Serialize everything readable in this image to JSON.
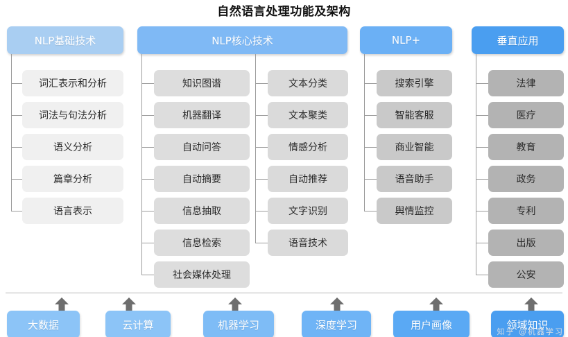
{
  "title": "自然语言处理功能及架构",
  "watermark": "知乎 @机器学习",
  "colors": {
    "header_basic": "#a9cef2",
    "header_core": "#7fb9f5",
    "header_plus": "#6bb0f5",
    "header_vertical": "#4a9ef0",
    "leaf_col1": "#f0f0f0",
    "leaf_col2": "#dddddd",
    "leaf_col3": "#dadada",
    "leaf_col4": "#c9c9c9",
    "leaf_col5": "#b3b3b3",
    "line": "#9a9a9a",
    "arrow": "#6e6e6e",
    "text_dark": "#2b2b2b"
  },
  "columns": [
    {
      "id": "nlp-basic",
      "header": "NLP基础技术",
      "items": [
        "词汇表示和分析",
        "词法与句法分析",
        "语义分析",
        "篇章分析",
        "语言表示"
      ]
    },
    {
      "id": "nlp-core",
      "header": "NLP核心技术",
      "items_left": [
        "知识图谱",
        "机器翻译",
        "自动问答",
        "自动摘要",
        "信息抽取",
        "信息检索",
        "社会媒体处理"
      ],
      "items_right": [
        "文本分类",
        "文本聚类",
        "情感分析",
        "自动推荐",
        "文字识别",
        "语音技术"
      ]
    },
    {
      "id": "nlp-plus",
      "header": "NLP+",
      "items": [
        "搜索引擎",
        "智能客服",
        "商业智能",
        "语音助手",
        "舆情监控"
      ]
    },
    {
      "id": "vertical-app",
      "header": "垂直应用",
      "items": [
        "法律",
        "医疗",
        "教育",
        "政务",
        "专利",
        "出版",
        "公安"
      ]
    }
  ],
  "foundation": {
    "items": [
      {
        "label": "大数据",
        "color": "#8cc4f7"
      },
      {
        "label": "云计算",
        "color": "#8cc4f7"
      },
      {
        "label": "机器学习",
        "color": "#7ebcf6"
      },
      {
        "label": "深度学习",
        "color": "#6fb4f6"
      },
      {
        "label": "用户画像",
        "color": "#5aa9f4"
      },
      {
        "label": "领域知识",
        "color": "#4a9ef0"
      }
    ]
  }
}
